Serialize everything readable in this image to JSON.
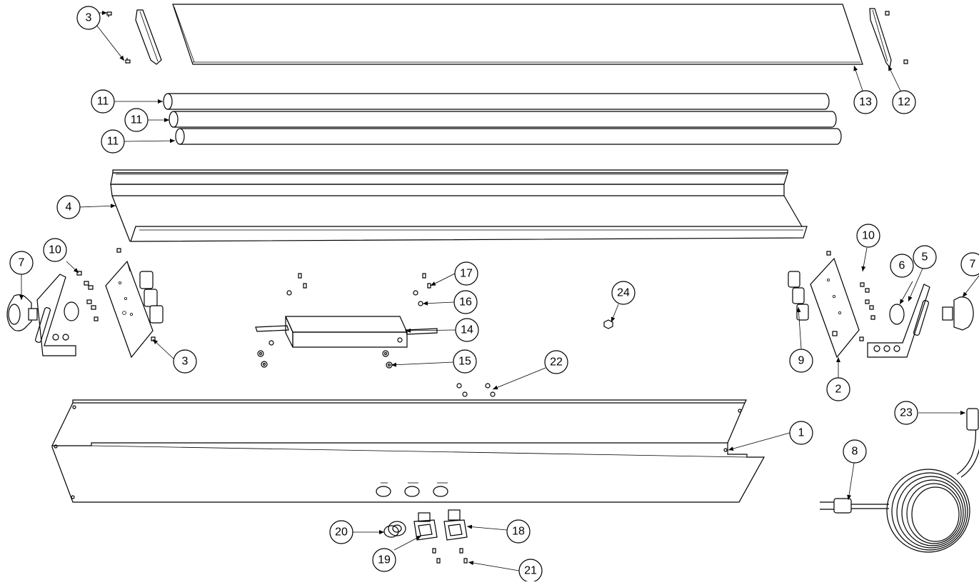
{
  "callouts": [
    {
      "id": "c1",
      "label": "1"
    },
    {
      "id": "c2",
      "label": "2"
    },
    {
      "id": "c3a",
      "label": "3"
    },
    {
      "id": "c3b",
      "label": "3"
    },
    {
      "id": "c4",
      "label": "4"
    },
    {
      "id": "c5",
      "label": "5"
    },
    {
      "id": "c6",
      "label": "6"
    },
    {
      "id": "c7a",
      "label": "7"
    },
    {
      "id": "c7b",
      "label": "7"
    },
    {
      "id": "c8",
      "label": "8"
    },
    {
      "id": "c9",
      "label": "9"
    },
    {
      "id": "c10a",
      "label": "10"
    },
    {
      "id": "c10b",
      "label": "10"
    },
    {
      "id": "c11a",
      "label": "11"
    },
    {
      "id": "c11b",
      "label": "11"
    },
    {
      "id": "c11c",
      "label": "11"
    },
    {
      "id": "c12",
      "label": "12"
    },
    {
      "id": "c13",
      "label": "13"
    },
    {
      "id": "c14",
      "label": "14"
    },
    {
      "id": "c15",
      "label": "15"
    },
    {
      "id": "c16",
      "label": "16"
    },
    {
      "id": "c17",
      "label": "17"
    },
    {
      "id": "c18",
      "label": "18"
    },
    {
      "id": "c19",
      "label": "19"
    },
    {
      "id": "c20",
      "label": "20"
    },
    {
      "id": "c21",
      "label": "21"
    },
    {
      "id": "c22",
      "label": "22"
    },
    {
      "id": "c23",
      "label": "23"
    },
    {
      "id": "c24",
      "label": "24"
    }
  ]
}
